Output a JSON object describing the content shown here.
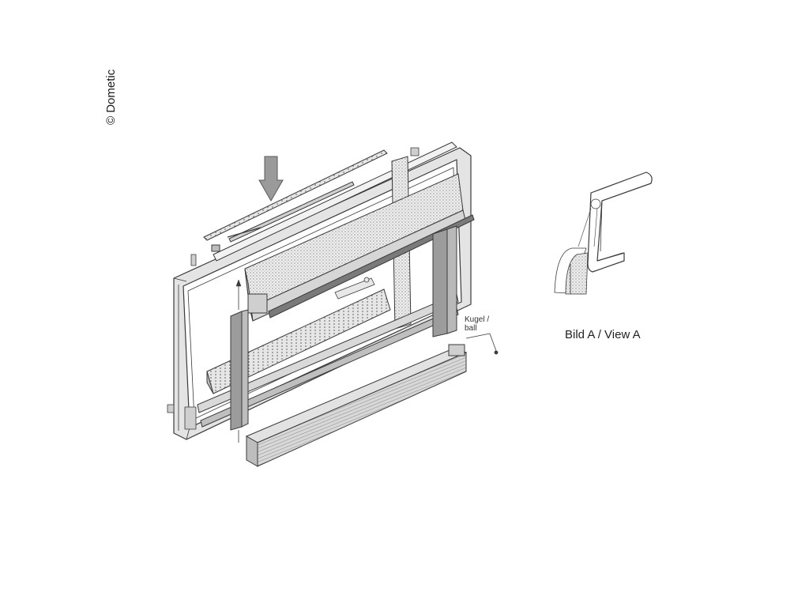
{
  "copyright": "© Dometic",
  "labels": {
    "ball_line1": "Kugel /",
    "ball_line2": "ball",
    "view": "Bild A  / View A"
  },
  "colors": {
    "frame_fill": "#e4e4e4",
    "line": "#3a3a3a",
    "arrow": "#9a9a9a",
    "side_rail": "#9c9c9c",
    "cassette": "#cfcfcf"
  }
}
